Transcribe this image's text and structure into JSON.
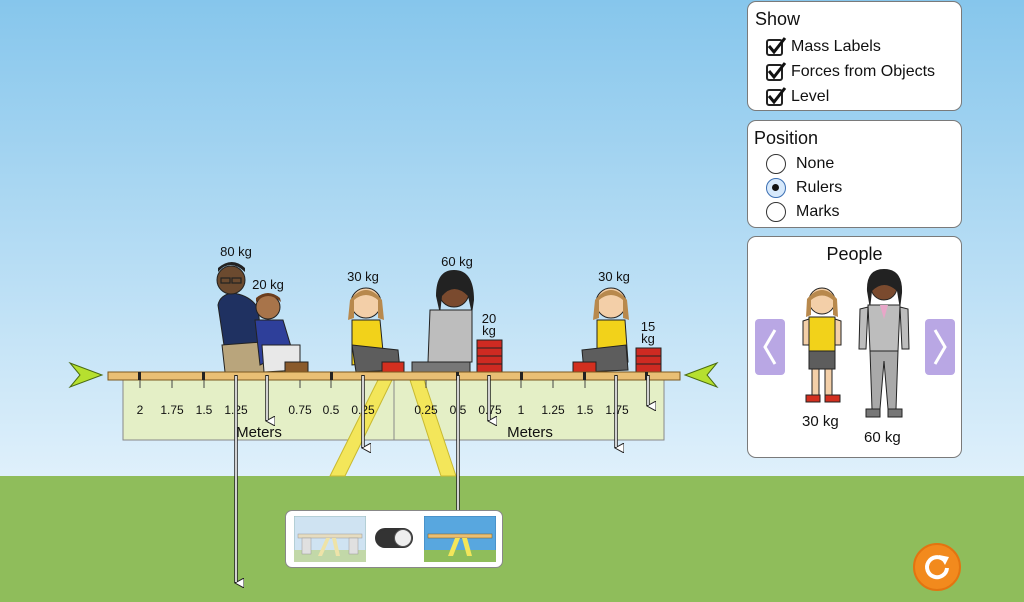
{
  "colors": {
    "sky_top": "#86c6ec",
    "grass": "#8fbd5b",
    "plank": "#e9bf74",
    "ruler": "#e4efc6",
    "brick": "#cf2a22",
    "support": "#f3e65a",
    "panel_border": "#7a7a7a",
    "nav_purple": "#b9a7e4",
    "reset_orange": "#f28a1d",
    "arrow_green": "#b6e02f"
  },
  "show_panel": {
    "title": "Show",
    "options": [
      {
        "label": "Mass Labels",
        "checked": true
      },
      {
        "label": "Forces from Objects",
        "checked": true
      },
      {
        "label": "Level",
        "checked": true
      }
    ]
  },
  "position_panel": {
    "title": "Position",
    "options": [
      {
        "label": "None",
        "selected": false
      },
      {
        "label": "Rulers",
        "selected": true
      },
      {
        "label": "Marks",
        "selected": false
      }
    ]
  },
  "people_panel": {
    "title": "People",
    "items": [
      {
        "label": "30 kg"
      },
      {
        "label": "60 kg"
      }
    ],
    "prev_icon": "chevron-left-icon",
    "next_icon": "chevron-right-icon"
  },
  "scene": {
    "mass_labels": {
      "man": "80 kg",
      "boy": "20 kg",
      "girl_left": "30 kg",
      "woman": "60 kg",
      "bricks_left_value": "20",
      "bricks_left_unit": "kg",
      "girl_right": "30 kg",
      "bricks_right_value": "15",
      "bricks_right_unit": "kg"
    },
    "ruler": {
      "left_ticks": [
        "2",
        "1.75",
        "1.5",
        "1.25",
        "0.75",
        "0.5",
        "0.25"
      ],
      "right_ticks": [
        "0.25",
        "0.5",
        "0.75",
        "1",
        "1.25",
        "1.5",
        "1.75"
      ],
      "unit_label": "Meters"
    }
  },
  "support_toggle": {
    "left_icon": "supports-icon",
    "right_icon": "no-supports-icon"
  },
  "reset": {
    "icon": "reset-icon"
  }
}
